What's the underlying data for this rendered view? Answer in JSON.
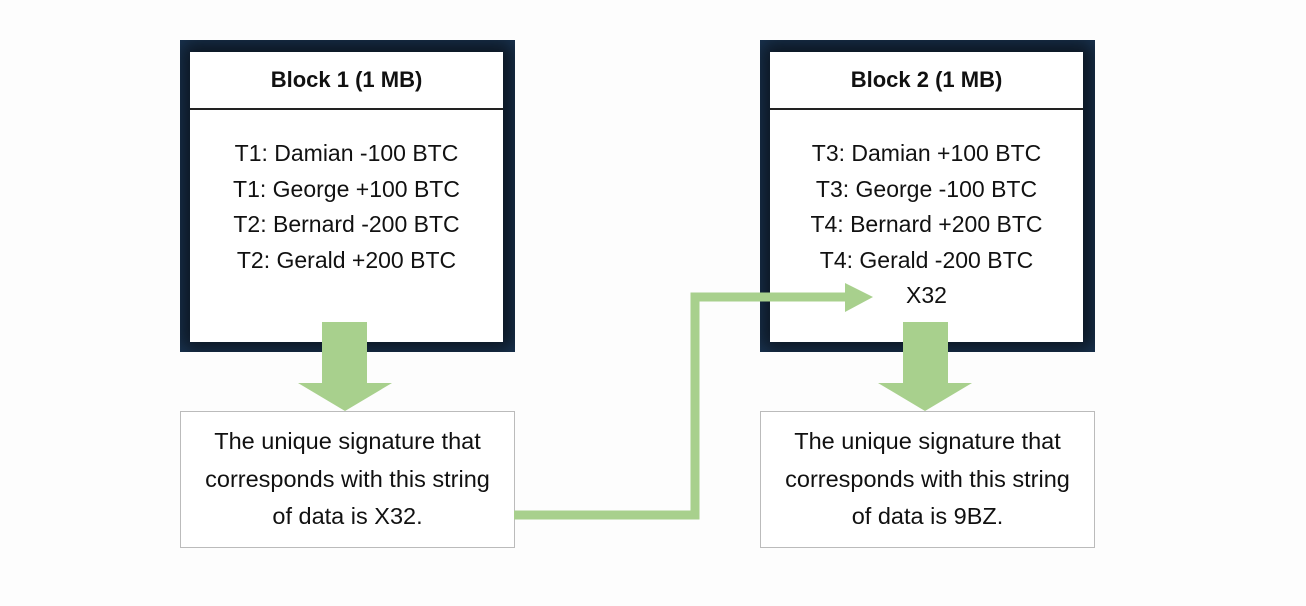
{
  "blocks": [
    {
      "title": "Block 1 (1 MB)",
      "lines": [
        "T1: Damian -100 BTC",
        "T1: George +100 BTC",
        "T2: Bernard -200 BTC",
        "T2: Gerald +200 BTC"
      ],
      "prev_hash": "",
      "signature_text": "The unique signature that corresponds with this string of data is X32."
    },
    {
      "title": "Block 2 (1 MB)",
      "lines": [
        "T3: Damian +100 BTC",
        "T3: George -100 BTC",
        "T4: Bernard +200 BTC",
        "T4: Gerald -200 BTC"
      ],
      "prev_hash": "X32",
      "signature_text": "The unique signature that corresponds with this string of data is 9BZ."
    }
  ],
  "colors": {
    "arrow": "#a8d08d",
    "frame": "#0c1622"
  }
}
